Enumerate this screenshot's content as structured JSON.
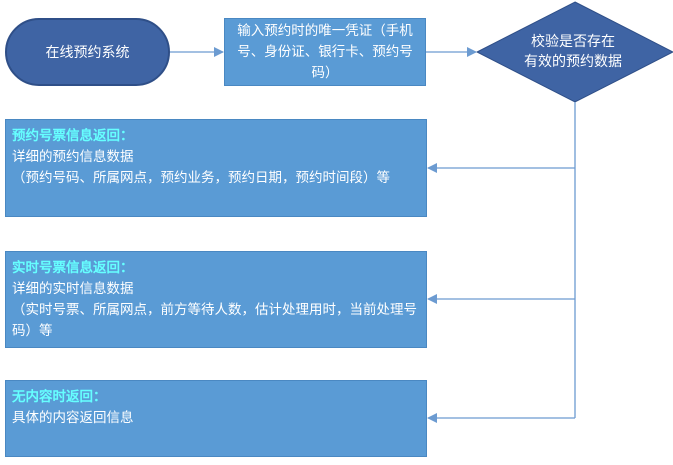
{
  "nodes": {
    "start": {
      "label": "在线预约系统"
    },
    "input": {
      "label": "输入预约时的唯一凭证（手机号、身份证、银行卡、预约号码）"
    },
    "decision": {
      "line1": "校验是否存在",
      "line2": "有效的预约数据"
    }
  },
  "results": [
    {
      "title": "预约号票信息返回：",
      "line1": "详细的预约信息数据",
      "line2": "（预约号码、所属网点，预约业务，预约日期，预约时间段）等"
    },
    {
      "title": "实时号票信息返回：",
      "line1": "详细的实时信息数据",
      "line2": "（实时号票、所属网点，前方等待人数，估计处理用时，当前处理号码）等"
    },
    {
      "title": "无内容时返回：",
      "line1": "具体的内容返回信息"
    }
  ],
  "colors": {
    "start_fill": "#3f64a4",
    "box_fill": "#5a9bd5",
    "decision_fill": "#3f64a4",
    "title_text": "#66ffff",
    "connector": "#6c9bd1"
  }
}
